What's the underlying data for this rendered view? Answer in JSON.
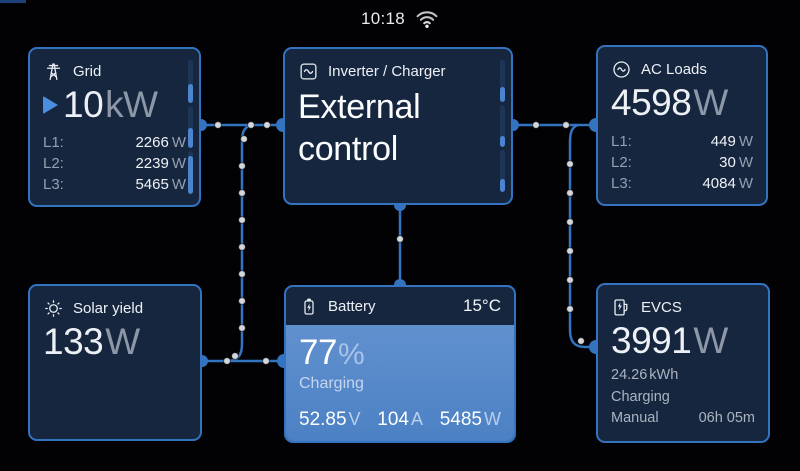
{
  "status_bar": {
    "time": "10:18"
  },
  "grid": {
    "title": "Grid",
    "value": "10",
    "unit": "kW",
    "phases": [
      {
        "label": "L1:",
        "value": "2266",
        "unit": "W"
      },
      {
        "label": "L2:",
        "value": "2239",
        "unit": "W"
      },
      {
        "label": "L3:",
        "value": "5465",
        "unit": "W"
      }
    ]
  },
  "inverter": {
    "title": "Inverter / Charger",
    "status": "External control"
  },
  "ac_loads": {
    "title": "AC Loads",
    "value": "4598",
    "unit": "W",
    "phases": [
      {
        "label": "L1:",
        "value": "449",
        "unit": "W"
      },
      {
        "label": "L2:",
        "value": "30",
        "unit": "W"
      },
      {
        "label": "L3:",
        "value": "4084",
        "unit": "W"
      }
    ]
  },
  "solar": {
    "title": "Solar yield",
    "value": "133",
    "unit": "W"
  },
  "battery": {
    "title": "Battery",
    "temperature": "15",
    "temperature_unit": "°C",
    "soc": "77",
    "soc_unit": "%",
    "state": "Charging",
    "voltage": "52.85",
    "voltage_unit": "V",
    "current": "104",
    "current_unit": "A",
    "power": "5485",
    "power_unit": "W"
  },
  "evcs": {
    "title": "EVCS",
    "value": "3991",
    "unit": "W",
    "energy": "24.26",
    "energy_unit": "kWh",
    "state": "Charging",
    "mode": "Manual",
    "session_time": "06h 05m"
  },
  "colors": {
    "accent_blue": "#3473c0",
    "tile_background": "#17263f",
    "battery_fill": "#5688c9",
    "flow_dot": "#d3d6da"
  }
}
